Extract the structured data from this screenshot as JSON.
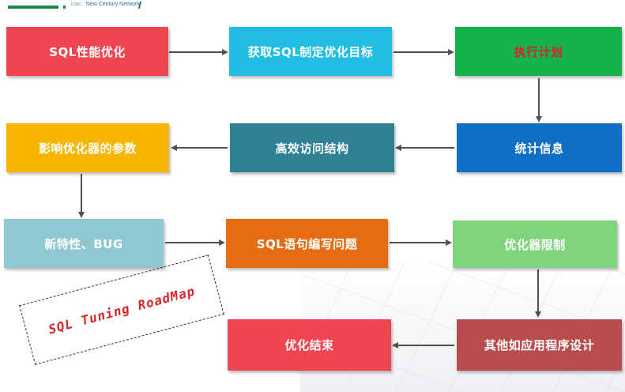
{
  "header": {
    "brand_small": "ICMC",
    "brand_text": "New Century Network"
  },
  "steps": {
    "s1": {
      "label": "SQL性能优化",
      "color": "#f04652"
    },
    "s2": {
      "label": "获取SQL制定优化目标",
      "color": "#22bde4"
    },
    "s3": {
      "label": "执行计划",
      "color": "#13b24b",
      "text_color": "#d02626"
    },
    "s4": {
      "label": "统计信息",
      "color": "#0e6fc4"
    },
    "s5": {
      "label": "高效访问结构",
      "color": "#2f8294"
    },
    "s6": {
      "label": "影响优化器的参数",
      "color": "#f7b500"
    },
    "s7": {
      "label": "新特性、BUG",
      "color": "#8fc8d0"
    },
    "s8": {
      "label": "SQL语句编写问题",
      "color": "#e56c12"
    },
    "s9": {
      "label": "优化器限制",
      "color": "#7fd57e"
    },
    "s10": {
      "label": "其他如应用程序设计",
      "color": "#b94c4c"
    },
    "s11": {
      "label": "优化结束",
      "color": "#f04652"
    }
  },
  "roadmap_label": "SQL Tuning RoadMap",
  "colors": {
    "arrow": "#505050"
  }
}
